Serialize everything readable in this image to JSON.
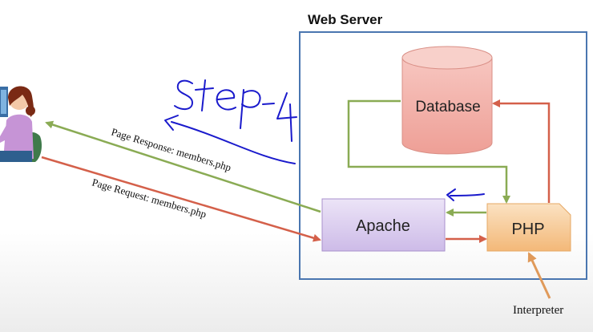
{
  "server": {
    "title": "Web Server"
  },
  "nodes": {
    "database": "Database",
    "apache": "Apache",
    "php": "PHP"
  },
  "edges": {
    "response": "Page Response: members.php",
    "request": "Page Request: members.php"
  },
  "annotations": {
    "interpreter": "Interpreter",
    "step": "Step-4"
  },
  "colors": {
    "green": "#8aab54",
    "red": "#d4604a",
    "orange": "#e09a5a",
    "blue": "#1a1acc",
    "server_border": "#4a76b0"
  }
}
